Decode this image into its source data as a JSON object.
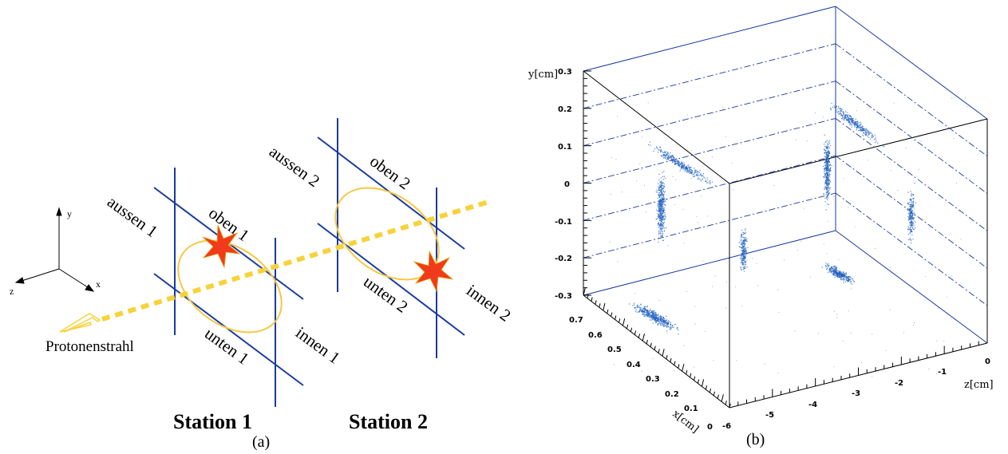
{
  "panel_a": {
    "axis_labels": {
      "y": "y",
      "x": "x",
      "z": "z"
    },
    "station1": {
      "aussen": "aussen 1",
      "oben": "oben 1",
      "unten": "unten 1",
      "innen": "innen 1",
      "title": "Station 1"
    },
    "station2": {
      "aussen": "aussen 2",
      "oben": "oben 2",
      "unten": "unten 2",
      "innen": "innen 2",
      "title": "Station 2"
    },
    "beam_label": "Protonenstrahl",
    "caption": "(a)"
  },
  "panel_b": {
    "caption": "(b)",
    "chart_data": {
      "type": "scatter",
      "title": "",
      "xlabel": "x[cm]",
      "ylabel": "y[cm]",
      "zlabel": "z[cm]",
      "y_ticks": [
        "0.3",
        "0.2",
        "0.1",
        "0",
        "-0.1",
        "-0.2",
        "-0.3"
      ],
      "x_ticks": [
        "0.7",
        "0.6",
        "0.5",
        "0.4",
        "0.3",
        "0.2",
        "0.1",
        "0"
      ],
      "z_ticks": [
        "-6",
        "-5",
        "-4",
        "-3",
        "-2",
        "-1",
        "0"
      ],
      "ylim": [
        -0.3,
        0.3
      ],
      "xlim": [
        0,
        0.75
      ],
      "zlim": [
        -6,
        0
      ],
      "point_color": "#1f5fbf"
    }
  },
  "colors": {
    "frame_blue": "#1a3aa0",
    "ellipse": "#f5c842",
    "beam": "#f7d23a",
    "star": "#f03a1c",
    "scatter": "#1f5fbf"
  }
}
